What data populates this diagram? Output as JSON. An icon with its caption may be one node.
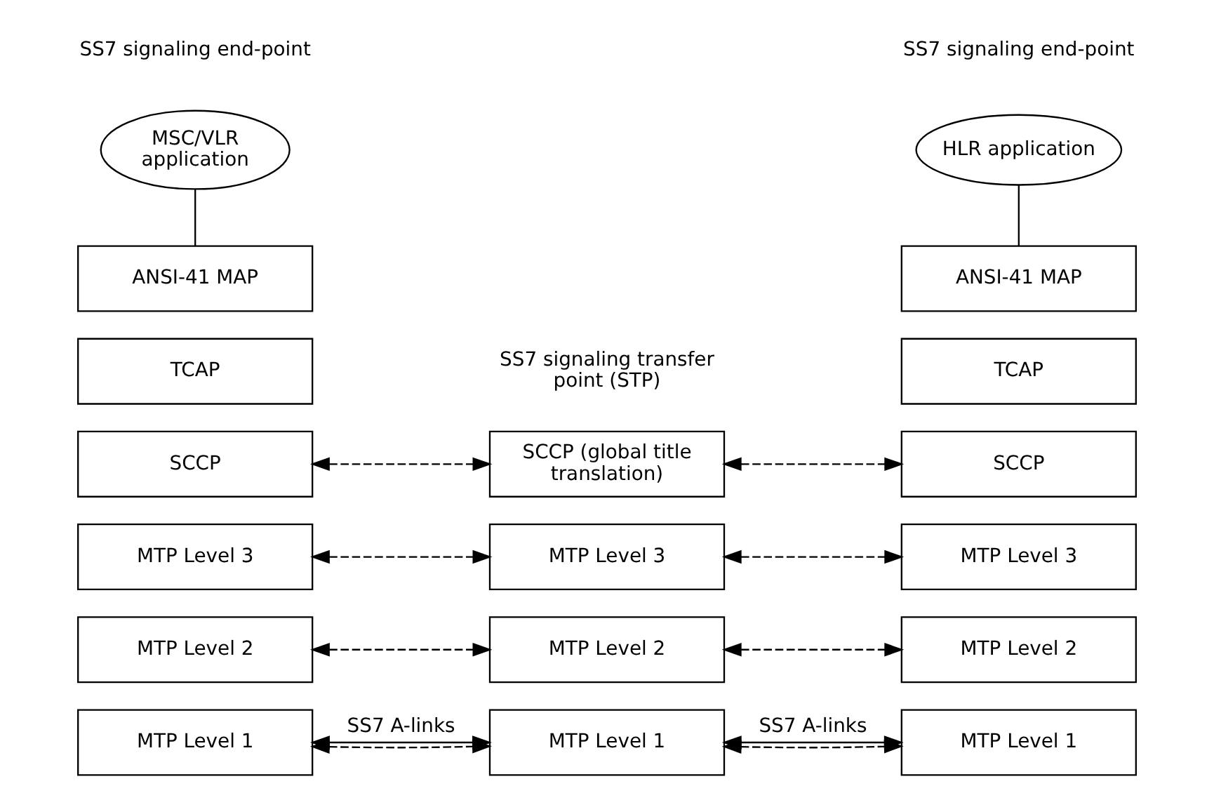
{
  "diagram": {
    "nodes": [
      {
        "text": [
          "MSC/VLR application"
        ]
      },
      {
        "text": [
          "ANSI-41 MAP"
        ]
      },
      {
        "text": [
          "TCAP"
        ]
      },
      {
        "text": [
          "SCCP"
        ]
      },
      {
        "text": [
          "MTP Level 3"
        ]
      },
      {
        "text": [
          "MTP Level 2"
        ]
      },
      {
        "text": [
          "MTP Level 1"
        ]
      },
      {
        "text": [
          "SCCP (global title translation)"
        ]
      },
      {
        "text": [
          "MTP Level 3"
        ]
      },
      {
        "text": [
          "MTP Level 2"
        ]
      },
      {
        "text": [
          "MTP Level 1"
        ]
      },
      {
        "text": [
          "HLR application"
        ]
      },
      {
        "text": [
          "ANSI-41 MAP"
        ]
      },
      {
        "text": [
          "TCAP"
        ]
      },
      {
        "text": [
          "SCCP"
        ]
      },
      {
        "text": [
          "MTP Level 3"
        ]
      },
      {
        "text": [
          "MTP Level 2"
        ]
      },
      {
        "text": [
          "MTP Level 1"
        ]
      }
    ],
    "edges": [
      {
        "from": 0,
        "to": 1,
        "arrow": "none"
      },
      {
        "from": 11,
        "to": 12,
        "arrow": "none"
      },
      {
        "from": 3,
        "to": 7,
        "arrow": "both",
        "style": "dashed"
      },
      {
        "from": 4,
        "to": 8,
        "arrow": "both",
        "style": "dashed"
      },
      {
        "from": 5,
        "to": 9,
        "arrow": "both",
        "style": "dashed"
      },
      {
        "from": 6,
        "to": 10,
        "arrow": "both",
        "style": "dashed"
      },
      {
        "from": 7,
        "to": 14,
        "arrow": "both",
        "style": "dashed"
      },
      {
        "from": 8,
        "to": 15,
        "arrow": "both",
        "style": "dashed"
      },
      {
        "from": 9,
        "to": 16,
        "arrow": "both",
        "style": "dashed"
      },
      {
        "from": 10,
        "to": 17,
        "arrow": "both",
        "style": "dashed"
      },
      {
        "from": 6,
        "to": 10,
        "arrow": "both",
        "label": "SS7 A-links"
      },
      {
        "from": 10,
        "to": 17,
        "arrow": "both",
        "label": "SS7 A-links"
      }
    ],
    "labels": [
      "SS7 signaling end-point",
      "SS7 signaling end-point",
      "SS7 signaling transfer point (STP)"
    ]
  }
}
